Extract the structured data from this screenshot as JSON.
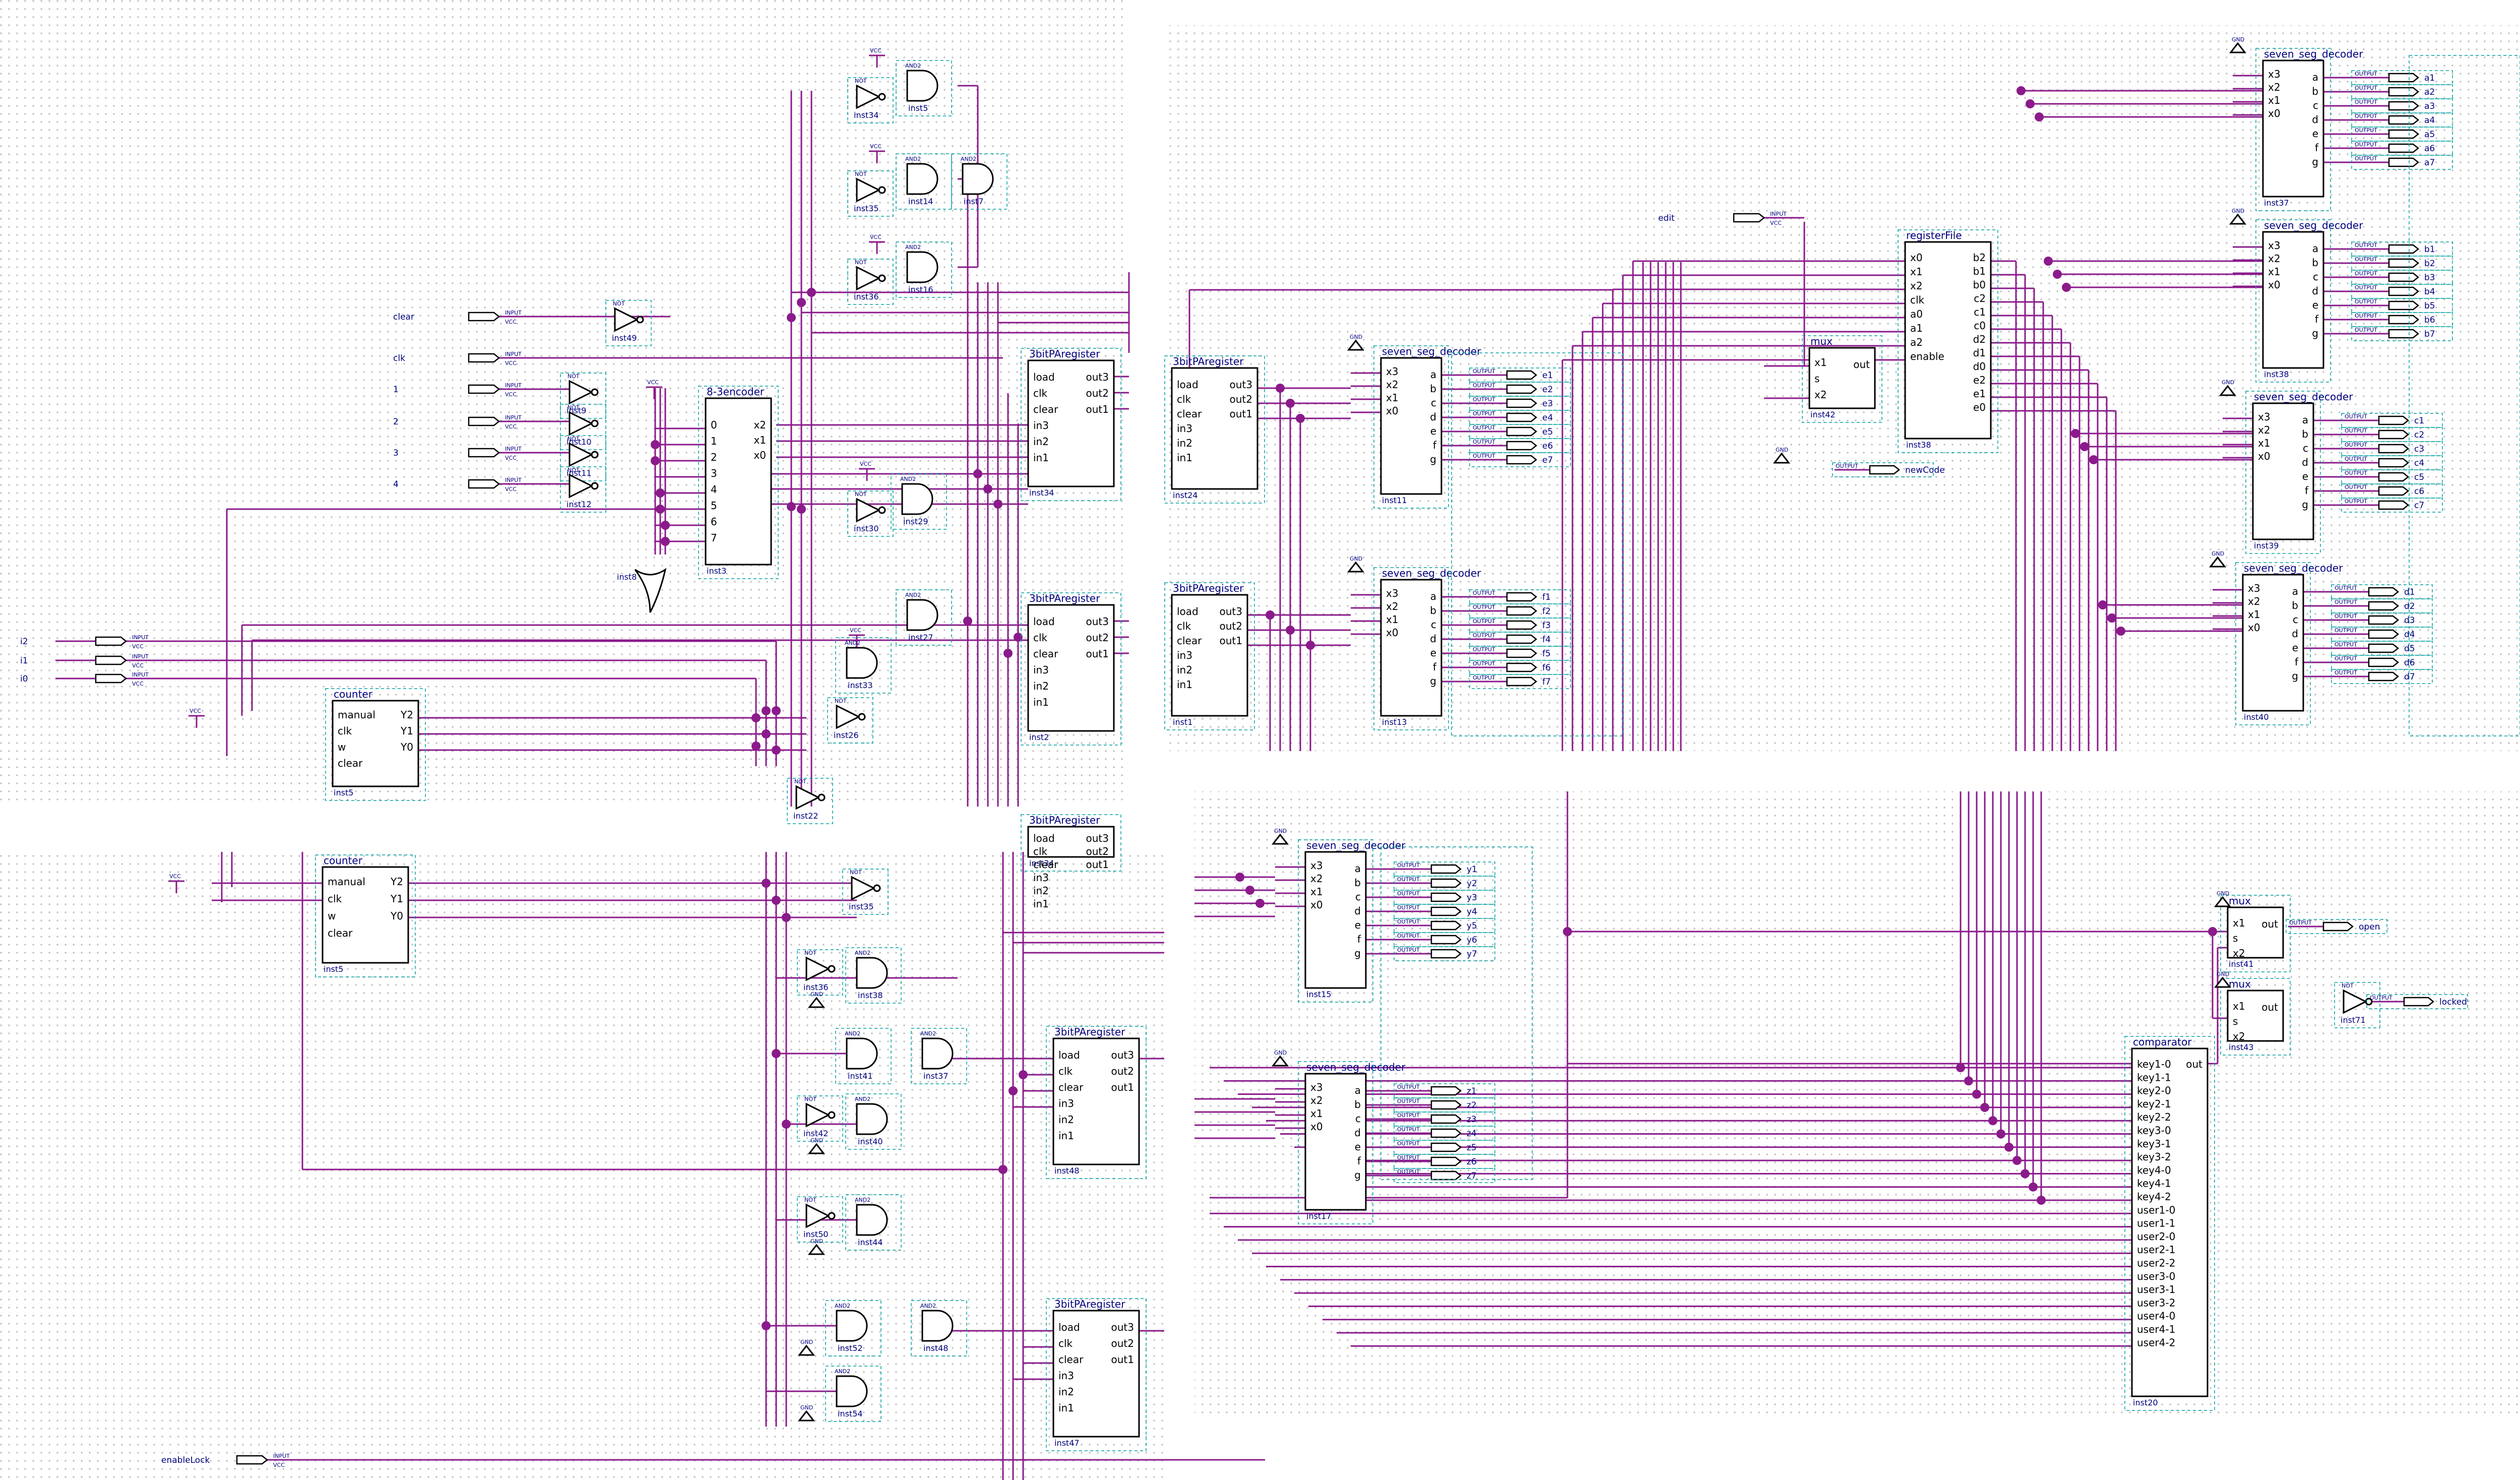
{
  "colors": {
    "wire": "#8b1a8b",
    "block": "#000000",
    "label": "#000080",
    "grid": "#b8b8b8",
    "frame": "#00a0a0"
  },
  "symbols": [
    {
      "id": "dec37",
      "title": "seven_seg_decoder",
      "inst": "inst37",
      "ins": [
        "x3",
        "x2",
        "x1",
        "x0"
      ],
      "outs": [
        "a",
        "b",
        "c",
        "d",
        "e",
        "f",
        "g"
      ]
    },
    {
      "id": "dec38",
      "title": "seven_seg_decoder",
      "inst": "inst38",
      "ins": [
        "x3",
        "x2",
        "x1",
        "x0"
      ],
      "outs": [
        "a",
        "b",
        "c",
        "d",
        "e",
        "f",
        "g"
      ]
    },
    {
      "id": "dec39",
      "title": "seven_seg_decoder",
      "inst": "inst39",
      "ins": [
        "x3",
        "x2",
        "x1",
        "x0"
      ],
      "outs": [
        "a",
        "b",
        "c",
        "d",
        "e",
        "f",
        "g"
      ]
    },
    {
      "id": "dec40",
      "title": "seven_seg_decoder",
      "inst": "inst40",
      "ins": [
        "x3",
        "x2",
        "x1",
        "x0"
      ],
      "outs": [
        "a",
        "b",
        "c",
        "d",
        "e",
        "f",
        "g"
      ]
    },
    {
      "id": "dec11",
      "title": "seven_seg_decoder",
      "inst": "inst11",
      "ins": [
        "x3",
        "x2",
        "x1",
        "x0"
      ],
      "outs": [
        "a",
        "b",
        "c",
        "d",
        "e",
        "f",
        "g"
      ]
    },
    {
      "id": "dec13",
      "title": "seven_seg_decoder",
      "inst": "inst13",
      "ins": [
        "x3",
        "x2",
        "x1",
        "x0"
      ],
      "outs": [
        "a",
        "b",
        "c",
        "d",
        "e",
        "f",
        "g"
      ]
    },
    {
      "id": "dec15",
      "title": "seven_seg_decoder",
      "inst": "inst15",
      "ins": [
        "x3",
        "x2",
        "x1",
        "x0"
      ],
      "outs": [
        "a",
        "b",
        "c",
        "d",
        "e",
        "f",
        "g"
      ]
    },
    {
      "id": "dec17",
      "title": "seven_seg_decoder",
      "inst": "inst17",
      "ins": [
        "x3",
        "x2",
        "x1",
        "x0"
      ],
      "outs": [
        "a",
        "b",
        "c",
        "d",
        "e",
        "f",
        "g"
      ]
    },
    {
      "id": "rf",
      "title": "registerFile",
      "inst": "inst38",
      "ins": [
        "x0",
        "x1",
        "x2",
        "clk",
        "a0",
        "a1",
        "a2",
        "enable"
      ],
      "outs": [
        "b2",
        "b1",
        "b0",
        "c2",
        "c1",
        "c0",
        "d2",
        "d1",
        "d0",
        "e2",
        "e1",
        "e0"
      ]
    },
    {
      "id": "reg24",
      "title": "3bitPAregister",
      "inst": "inst24",
      "ins": [
        "load",
        "clk",
        "clear",
        "in3",
        "in2",
        "in1"
      ],
      "outs": [
        "out3",
        "out2",
        "out1"
      ]
    },
    {
      "id": "reg1",
      "title": "3bitPAregister",
      "inst": "inst1",
      "ins": [
        "load",
        "clk",
        "clear",
        "in3",
        "in2",
        "in1"
      ],
      "outs": [
        "out3",
        "out2",
        "out1"
      ]
    },
    {
      "id": "regA",
      "title": "3bitPAregister",
      "inst": "inst34",
      "ins": [
        "load",
        "clk",
        "clear",
        "in3",
        "in2",
        "in1"
      ],
      "outs": [
        "out3",
        "out2",
        "out1"
      ]
    },
    {
      "id": "regB",
      "title": "3bitPAregister",
      "inst": "inst2",
      "ins": [
        "load",
        "clk",
        "clear",
        "in3",
        "in2",
        "in1"
      ],
      "outs": [
        "out3",
        "out2",
        "out1"
      ]
    },
    {
      "id": "reg48",
      "title": "3bitPAregister",
      "inst": "inst48",
      "ins": [
        "load",
        "clk",
        "clear",
        "in3",
        "in2",
        "in1"
      ],
      "outs": [
        "out3",
        "out2",
        "out1"
      ]
    },
    {
      "id": "reg47",
      "title": "3bitPAregister",
      "inst": "inst47",
      "ins": [
        "load",
        "clk",
        "clear",
        "in3",
        "in2",
        "in1"
      ],
      "outs": [
        "out3",
        "out2",
        "out1"
      ]
    },
    {
      "id": "enc",
      "title": "8-3encoder",
      "inst": "inst3",
      "ins": [
        "0",
        "1",
        "2",
        "3",
        "4",
        "5",
        "6",
        "7"
      ],
      "outs": [
        "x2",
        "x1",
        "x0"
      ]
    },
    {
      "id": "cnt1",
      "title": "counter",
      "inst": "inst5",
      "ins": [
        "manual",
        "clk",
        "w",
        "clear"
      ],
      "outs": [
        "Y2",
        "Y1",
        "Y0"
      ]
    },
    {
      "id": "cnt2",
      "title": "counter",
      "inst": "inst5",
      "ins": [
        "manual",
        "clk",
        "w",
        "clear"
      ],
      "outs": [
        "Y2",
        "Y1",
        "Y0"
      ]
    },
    {
      "id": "mux1",
      "title": "mux",
      "inst": "inst42",
      "ins": [
        "x1",
        "s",
        "x2"
      ],
      "outs": [
        "out"
      ]
    },
    {
      "id": "mux2",
      "title": "mux",
      "inst": "inst41",
      "ins": [
        "x1",
        "s",
        "x2"
      ],
      "outs": [
        "out"
      ]
    },
    {
      "id": "mux3",
      "title": "mux",
      "inst": "inst43",
      "ins": [
        "x1",
        "s",
        "x2"
      ],
      "outs": [
        "out"
      ]
    },
    {
      "id": "cmp",
      "title": "comparator",
      "inst": "inst20",
      "ins": [
        "key1-0",
        "key1-1",
        "key2-0",
        "key2-1",
        "key2-2",
        "key3-0",
        "key3-1",
        "key3-2",
        "key4-0",
        "key4-1",
        "key4-2",
        "user1-0",
        "user1-1",
        "user2-0",
        "user2-1",
        "user2-2",
        "user3-0",
        "user3-1",
        "user3-2",
        "user4-0",
        "user4-1",
        "user4-2"
      ],
      "outs": [
        "out"
      ]
    }
  ],
  "pins": {
    "clear": "clear",
    "clk": "clk",
    "in1": "1",
    "in2": "2",
    "in3": "3",
    "in4": "4",
    "i2": "i2",
    "i1": "i1",
    "i0": "i0",
    "edit": "edit",
    "newcode": "newCode",
    "open": "open",
    "locked": "locked",
    "enablelock": "enableLock"
  },
  "gates": {
    "and": "AND2",
    "not": "NOT",
    "or": "OR2",
    "input": "INPUT",
    "output": "OUTPUT",
    "vcc": "VCC",
    "gnd": "GND"
  },
  "out_groups": {
    "a": [
      "a1",
      "a2",
      "a3",
      "a4",
      "a5",
      "a6",
      "a7"
    ],
    "b": [
      "b1",
      "b2",
      "b3",
      "b4",
      "b5",
      "b6",
      "b7"
    ],
    "c": [
      "c1",
      "c2",
      "c3",
      "c4",
      "c5",
      "c6",
      "c7"
    ],
    "d": [
      "d1",
      "d2",
      "d3",
      "d4",
      "d5",
      "d6",
      "d7"
    ],
    "e": [
      "e1",
      "e2",
      "e3",
      "e4",
      "e5",
      "e6",
      "e7"
    ],
    "f": [
      "f1",
      "f2",
      "f3",
      "f4",
      "f5",
      "f6",
      "f7"
    ],
    "y": [
      "y1",
      "y2",
      "y3",
      "y4",
      "y5",
      "y6",
      "y7"
    ],
    "z": [
      "z1",
      "z2",
      "z3",
      "z4",
      "z5",
      "z6",
      "z7"
    ]
  }
}
